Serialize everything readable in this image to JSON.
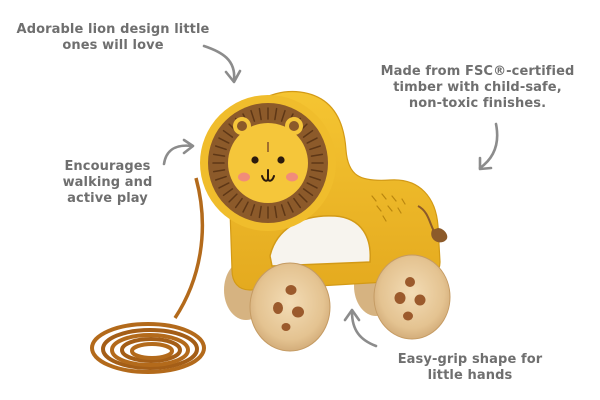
{
  "image": {
    "subject": "Wooden lion pull-along toy",
    "background_color": "#ffffff",
    "caption_color": "#6f6f6f",
    "toy_colors": {
      "body_yellow": "#f0bd2c",
      "body_shade": "#d9a21b",
      "mane_brown": "#8c5a2a",
      "mane_dark": "#5e3716",
      "face_yellow": "#f5c63a",
      "wheel_wood": "#e6c79a",
      "wheel_spot": "#9b5a2c",
      "string": "#b36a1b",
      "cheek": "#f18c7a"
    }
  },
  "captions": {
    "lion_design": [
      "Adorable lion design little",
      "ones will love"
    ],
    "fsc": [
      "Made from FSC®-certified",
      "timber with child-safe,",
      "non-toxic finishes."
    ],
    "walking": [
      "Encourages",
      "walking and",
      "active play"
    ],
    "grip": [
      "Easy-grip shape for",
      "little hands"
    ]
  },
  "icons": {
    "arrows": [
      "curved-arrow-icon",
      "curved-arrow-icon",
      "curved-arrow-icon",
      "curved-arrow-icon"
    ]
  }
}
